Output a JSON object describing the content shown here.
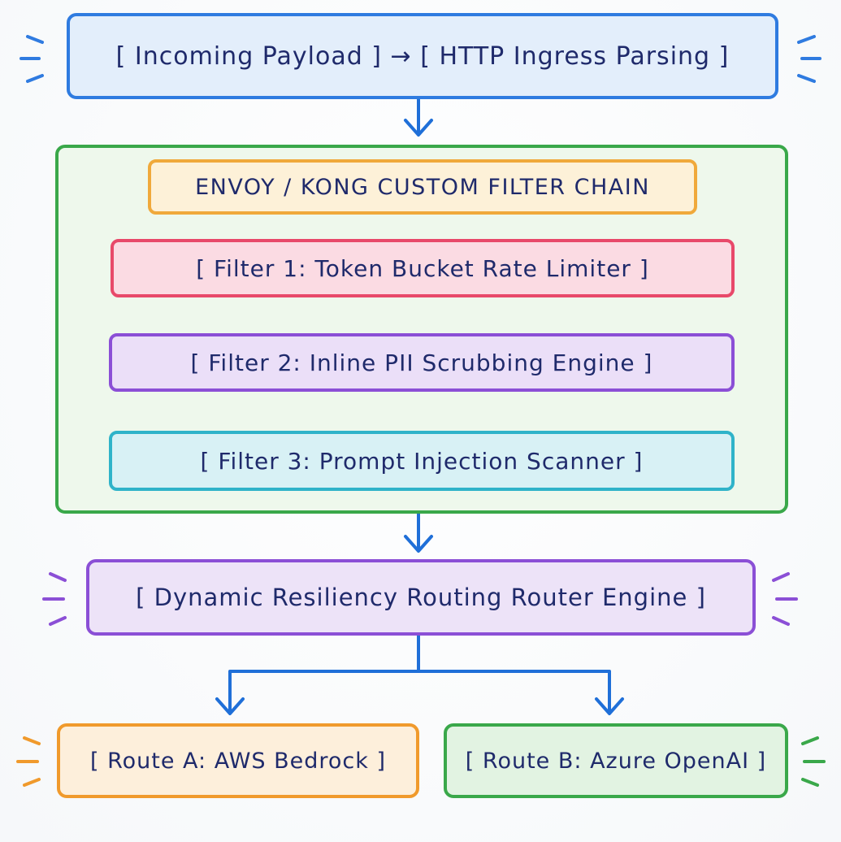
{
  "ingress": {
    "label": "[ Incoming Payload ] → [ HTTP Ingress Parsing ]",
    "color": "#2f7be0",
    "fill": "#e3eefb"
  },
  "filter_chain": {
    "title": "ENVOY / KONG CUSTOM FILTER CHAIN",
    "border_color": "#3aa84a",
    "title_border_color": "#f0a93b",
    "title_fill": "#fdf1d8",
    "filters": [
      {
        "label": "[ Filter 1: Token Bucket Rate Limiter ]",
        "color": "#e8496a",
        "fill": "#fbdbe3"
      },
      {
        "label": "[ Filter 2: Inline PII Scrubbing Engine ]",
        "color": "#8b4fd6",
        "fill": "#ebdff8"
      },
      {
        "label": "[ Filter 3: Prompt Injection Scanner ]",
        "color": "#2fb3c9",
        "fill": "#d8f1f5"
      }
    ]
  },
  "router": {
    "label": "[ Dynamic Resiliency Routing Router Engine ]",
    "color": "#8b4fd6",
    "fill": "#ede3f8"
  },
  "routes": [
    {
      "label": "[ Route A: AWS Bedrock ]",
      "color": "#f09a2c",
      "fill": "#fdefdb"
    },
    {
      "label": "[ Route B: Azure OpenAI ]",
      "color": "#3aa84a",
      "fill": "#e2f3e2"
    }
  ],
  "arrow_color": "#1f6fd8"
}
